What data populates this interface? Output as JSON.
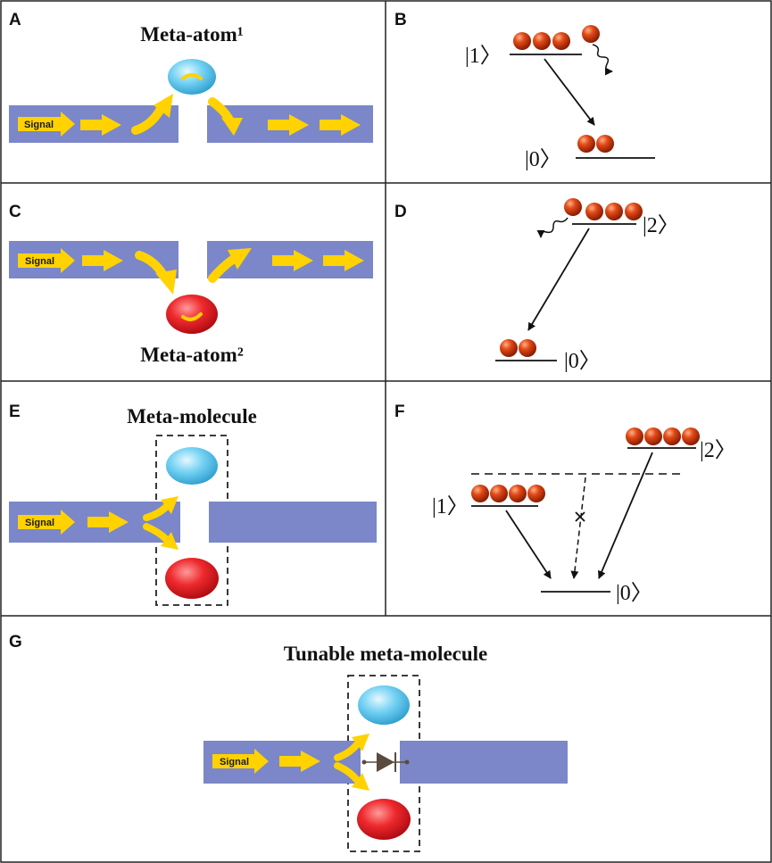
{
  "panels": {
    "A": {
      "label": "A",
      "title": "Meta-atom¹",
      "signal": "Signal"
    },
    "B": {
      "label": "B",
      "ket_upper": "|1〉",
      "ket_lower": "|0〉"
    },
    "C": {
      "label": "C",
      "title": "Meta-atom²",
      "signal": "Signal"
    },
    "D": {
      "label": "D",
      "ket_upper": "|2〉",
      "ket_lower": "|0〉"
    },
    "E": {
      "label": "E",
      "title": "Meta-molecule",
      "signal": "Signal"
    },
    "F": {
      "label": "F",
      "ket_one": "|1〉",
      "ket_two": "|2〉",
      "ket_zero": "|0〉"
    },
    "G": {
      "label": "G",
      "title": "Tunable meta-molecule",
      "signal": "Signal"
    }
  },
  "colors": {
    "waveguide": "#7b87c8",
    "arrow": "#ffd200",
    "atom_blue": "#66cdf0",
    "atom_red": "#e21a22",
    "particle": "#d63c10",
    "diode": "#5a4b3f"
  }
}
